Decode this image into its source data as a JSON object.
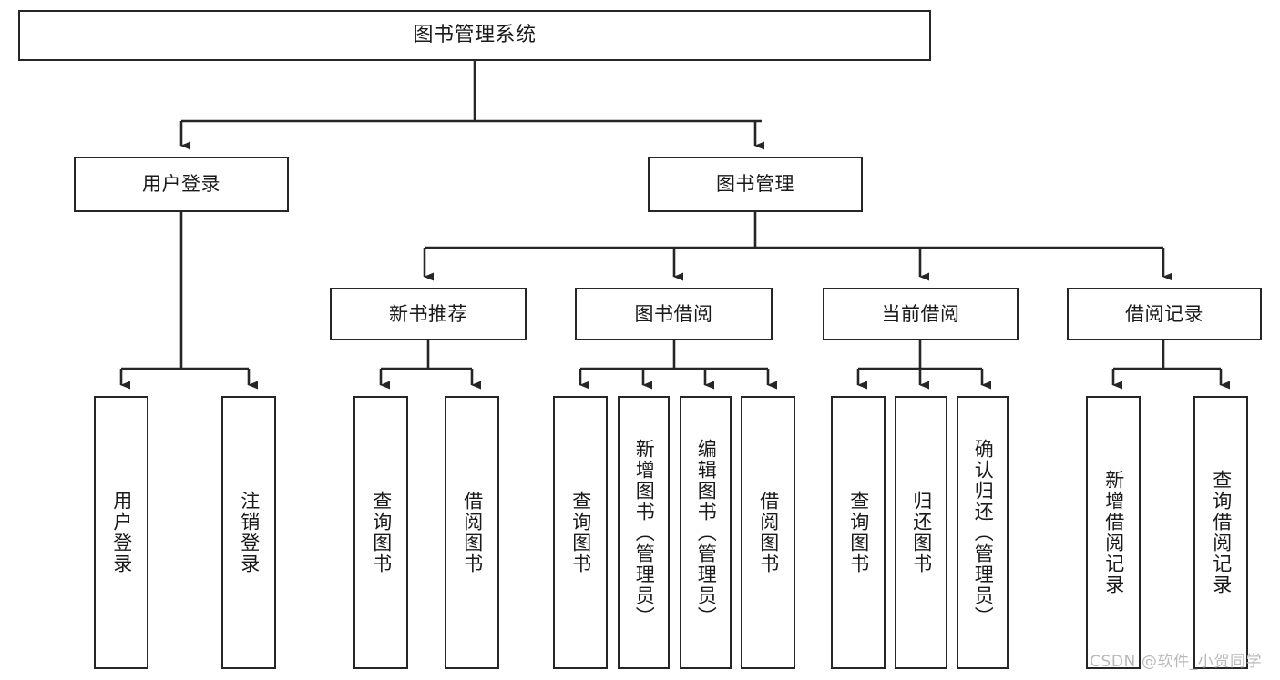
{
  "diagram": {
    "title": "图书管理系统",
    "stroke_color": "#262626",
    "fill_color": "#ffffff",
    "text_color": "#1a1a1a",
    "nodes": {
      "root": {
        "label": "图书管理系统"
      },
      "level2": [
        {
          "label": "用户登录"
        },
        {
          "label": "图书管理"
        }
      ],
      "level3": [
        {
          "label": "新书推荐"
        },
        {
          "label": "图书借阅"
        },
        {
          "label": "当前借阅"
        },
        {
          "label": "借阅记录"
        }
      ],
      "leaves": {
        "user_login": [
          {
            "label": "用户登录"
          },
          {
            "label": "注销登录"
          }
        ],
        "new_book": [
          {
            "label": "查询图书"
          },
          {
            "label": "借阅图书"
          }
        ],
        "borrow_book": [
          {
            "label": "查询图书"
          },
          {
            "label": "新增图书（管理员）"
          },
          {
            "label": "编辑图书（管理员）"
          },
          {
            "label": "借阅图书"
          }
        ],
        "current_borrow": [
          {
            "label": "查询图书"
          },
          {
            "label": "归还图书"
          },
          {
            "label": "确认归还（管理员）"
          }
        ],
        "borrow_record": [
          {
            "label": "新增借阅记录"
          },
          {
            "label": "查询借阅记录"
          }
        ]
      }
    }
  },
  "watermark": {
    "text": "CSDN @软件_小贺同学",
    "color": "#b9b9b9"
  }
}
